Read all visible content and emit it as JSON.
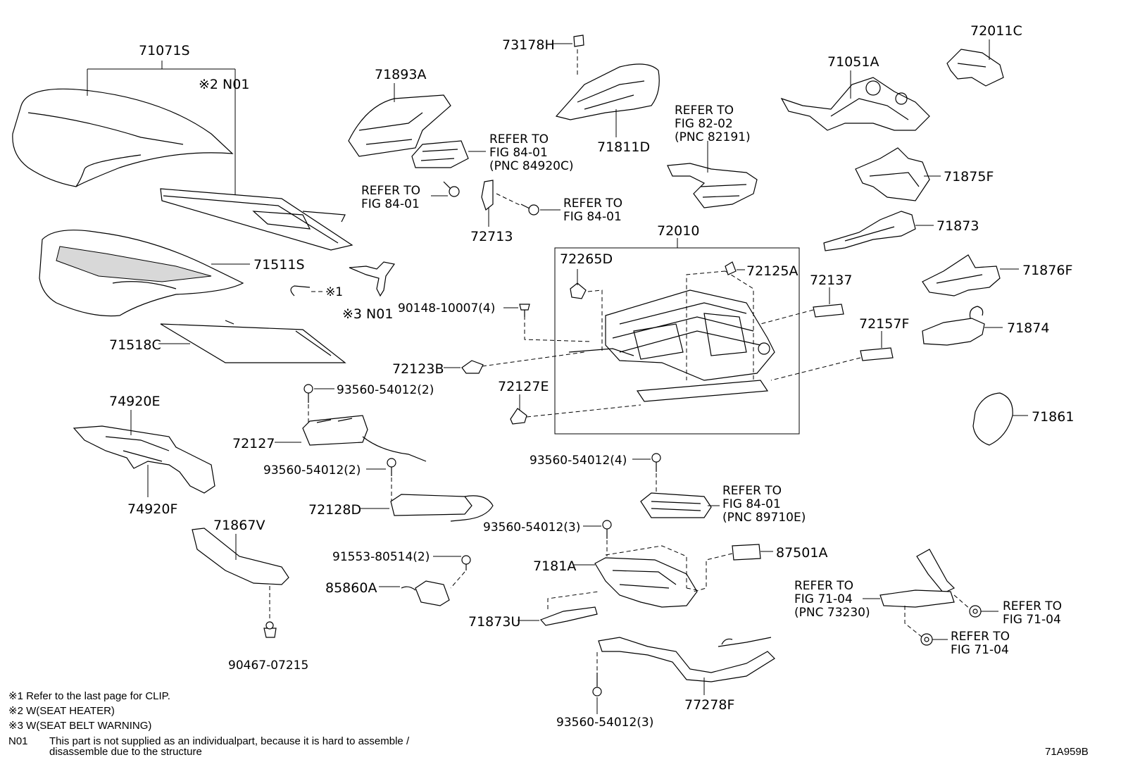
{
  "labels": {
    "p71071S": "71071S",
    "n01_2": "※2 N01",
    "p71511S": "71511S",
    "clip1": "※1",
    "n01_3": "※3 N01",
    "p71518C": "71518C",
    "p74920E": "74920E",
    "p74920F": "74920F",
    "p71867V": "71867V",
    "p90467": "90467-07215",
    "p71893A": "71893A",
    "ref8401a_1": "REFER TO",
    "ref8401a_2": "FIG 84-01",
    "ref8401a_3": "(PNC 84920C)",
    "ref8401b_1": "REFER TO",
    "ref8401b_2": "FIG 84-01",
    "ref8401c_1": "REFER TO",
    "ref8401c_2": "FIG 84-01",
    "p72713": "72713",
    "p73178H": "73178H",
    "p71811D": "71811D",
    "ref8202_1": "REFER TO",
    "ref8202_2": "FIG 82-02",
    "ref8202_3": "(PNC 82191)",
    "p72011C": "72011C",
    "p71051A": "71051A",
    "p71875F": "71875F",
    "p71873": "71873",
    "p71876F": "71876F",
    "p71874": "71874",
    "p71861": "71861",
    "p72010": "72010",
    "p72265D": "72265D",
    "p72125A": "72125A",
    "p72137": "72137",
    "p72157F": "72157F",
    "p90148": "90148-10007(4)",
    "p72123B": "72123B",
    "p72127E": "72127E",
    "p93560_a": "93560-54012(2)",
    "p72127": "72127",
    "p93560_b": "93560-54012(2)",
    "p72128D": "72128D",
    "p93560_c": "93560-54012(4)",
    "ref8401d_1": "REFER TO",
    "ref8401d_2": "FIG 84-01",
    "ref8401d_3": "(PNC 89710E)",
    "p93560_d": "93560-54012(3)",
    "p91553": "91553-80514(2)",
    "p85860A": "85860A",
    "p7181A": "7181A",
    "p87501A": "87501A",
    "p71873U": "71873U",
    "p77278F": "77278F",
    "p93560_e": "93560-54012(3)",
    "ref7104a_1": "REFER TO",
    "ref7104a_2": "FIG 71-04",
    "ref7104a_3": "(PNC 73230)",
    "ref7104b_1": "REFER TO",
    "ref7104b_2": "FIG 71-04",
    "ref7104c_1": "REFER TO",
    "ref7104c_2": "FIG 71-04"
  },
  "notes": {
    "n1": "※1 Refer to the last page for CLIP.",
    "n2": "※2 W(SEAT HEATER)",
    "n3": "※3 W(SEAT BELT WARNING)",
    "n4_key": "N01",
    "n4_line1": "This part is not supplied as an individualpart, because it is hard to assemble /",
    "n4_line2": "disassemble due to the structure"
  },
  "figure_code": "71A959B"
}
